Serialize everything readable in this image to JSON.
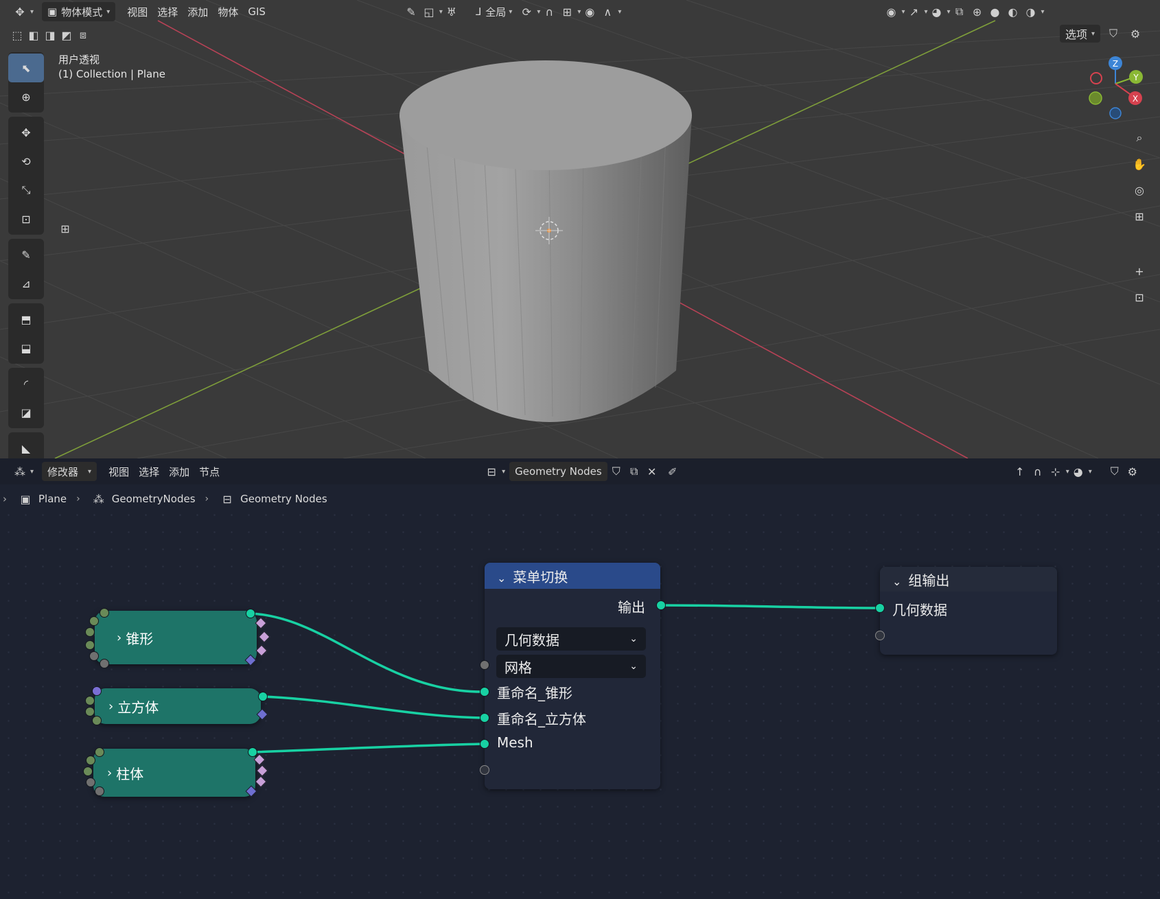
{
  "viewport_header": {
    "mode_label": "物体模式",
    "menus": [
      "视图",
      "选择",
      "添加",
      "物体",
      "GIS"
    ],
    "transform_orientation": "全局",
    "options_label": "选项"
  },
  "viewport": {
    "view_name": "用户透视",
    "collection_info": "(1) Collection | Plane"
  },
  "node_header": {
    "editor_type": "修改器",
    "menus": [
      "视图",
      "选择",
      "添加",
      "节点"
    ],
    "node_group_name": "Geometry Nodes"
  },
  "breadcrumb": [
    "Plane",
    "GeometryNodes",
    "Geometry Nodes"
  ],
  "nodes": {
    "cone": {
      "label": "锥形"
    },
    "cube": {
      "label": "立方体"
    },
    "cylinder": {
      "label": "柱体"
    },
    "menu_switch": {
      "title": "菜单切换",
      "output_label": "输出",
      "type_dropdown": "几何数据",
      "menu_dropdown": "网格",
      "inputs": [
        "重命名_锥形",
        "重命名_立方体",
        "Mesh"
      ]
    },
    "group_output": {
      "title": "组输出",
      "input_label": "几何数据"
    }
  },
  "colors": {
    "viewport_bg": "#393939",
    "node_editor_bg": "#1d2230",
    "geometry_socket": "#18d1a3",
    "group_node": "#1e7468",
    "menu_header": "#2a4a8a",
    "axis_x": "#d6424f",
    "axis_y": "#8ab834",
    "axis_z": "#3d85d6"
  }
}
